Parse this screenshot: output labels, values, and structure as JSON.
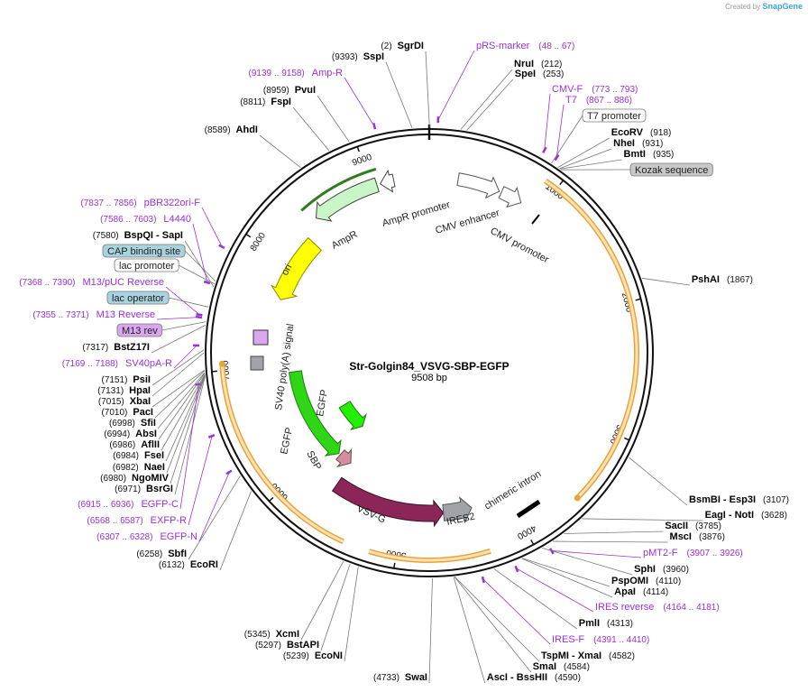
{
  "credit": {
    "prefix": "Created by",
    "brand": "SnapGene"
  },
  "plasmid": {
    "name": "Str-Golgin84_VSVG-SBP-EGFP",
    "size": "9508 bp"
  },
  "ticks": [
    "1000",
    "2000",
    "3000",
    "4000",
    "5000",
    "6000",
    "7000",
    "8000",
    "9000"
  ],
  "sites": [
    {
      "name": "SgrDI",
      "pos": "(2)"
    },
    {
      "name": "SspI",
      "pos": "(9393)"
    },
    {
      "name": "NruI",
      "pos": "(212)"
    },
    {
      "name": "SpeI",
      "pos": "(253)"
    },
    {
      "name": "PvuI",
      "pos": "(8959)"
    },
    {
      "name": "FspI",
      "pos": "(8811)"
    },
    {
      "name": "AhdI",
      "pos": "(8589)"
    },
    {
      "name": "EcoRV",
      "pos": "(918)"
    },
    {
      "name": "NheI",
      "pos": "(931)"
    },
    {
      "name": "BmtI",
      "pos": "(935)"
    },
    {
      "name": "PshAI",
      "pos": "(1867)"
    },
    {
      "name": "BspQI - SapI",
      "pos": "(7580)"
    },
    {
      "name": "BstZ17I",
      "pos": "(7317)"
    },
    {
      "name": "PsiI",
      "pos": "(7151)"
    },
    {
      "name": "HpaI",
      "pos": "(7131)"
    },
    {
      "name": "XbaI",
      "pos": "(7015)"
    },
    {
      "name": "PacI",
      "pos": "(7010)"
    },
    {
      "name": "SfiI",
      "pos": "(6998)"
    },
    {
      "name": "AbsI",
      "pos": "(6994)"
    },
    {
      "name": "AflII",
      "pos": "(6986)"
    },
    {
      "name": "FseI",
      "pos": "(6984)"
    },
    {
      "name": "NaeI",
      "pos": "(6982)"
    },
    {
      "name": "NgoMIV",
      "pos": "(6980)"
    },
    {
      "name": "BsrGI",
      "pos": "(6971)"
    },
    {
      "name": "SbfI",
      "pos": "(6258)"
    },
    {
      "name": "EcoRI",
      "pos": "(6132)"
    },
    {
      "name": "BsmBI - Esp3I",
      "pos": "(3107)"
    },
    {
      "name": "EagI - NotI",
      "pos": "(3628)"
    },
    {
      "name": "SacII",
      "pos": "(3785)"
    },
    {
      "name": "MscI",
      "pos": "(3876)"
    },
    {
      "name": "SphI",
      "pos": "(3960)"
    },
    {
      "name": "PspOMI",
      "pos": "(4110)"
    },
    {
      "name": "ApaI",
      "pos": "(4114)"
    },
    {
      "name": "PmlI",
      "pos": "(4313)"
    },
    {
      "name": "TspMI - XmaI",
      "pos": "(4582)"
    },
    {
      "name": "SmaI",
      "pos": "(4584)"
    },
    {
      "name": "AscI - BssHII",
      "pos": "(4590)"
    },
    {
      "name": "SwaI",
      "pos": "(4733)"
    },
    {
      "name": "XcmI",
      "pos": "(5345)"
    },
    {
      "name": "BstAPI",
      "pos": "(5297)"
    },
    {
      "name": "EcoNI",
      "pos": "(5239)"
    }
  ],
  "primers": [
    {
      "name": "pRS-marker",
      "pos": "(48 .. 67)"
    },
    {
      "name": "Amp-R",
      "pos": "(9139 .. 9158)"
    },
    {
      "name": "CMV-F",
      "pos": "(773 .. 793)"
    },
    {
      "name": "T7",
      "pos": "(867 .. 886)"
    },
    {
      "name": "pBR322ori-F",
      "pos": "(7837 .. 7856)"
    },
    {
      "name": "L4440",
      "pos": "(7586 .. 7603)"
    },
    {
      "name": "M13/pUC Reverse",
      "pos": "(7368 .. 7390)"
    },
    {
      "name": "M13 Reverse",
      "pos": "(7355 .. 7371)"
    },
    {
      "name": "SV40pA-R",
      "pos": "(7169 .. 7188)"
    },
    {
      "name": "EGFP-C",
      "pos": "(6915 .. 6936)"
    },
    {
      "name": "EXFP-R",
      "pos": "(6568 .. 6587)"
    },
    {
      "name": "EGFP-N",
      "pos": "(6307 .. 6328)"
    },
    {
      "name": "pMT2-F",
      "pos": "(3907 .. 3926)"
    },
    {
      "name": "IRES reverse",
      "pos": "(4164 .. 4181)"
    },
    {
      "name": "IRES-F",
      "pos": "(4391 .. 4410)"
    }
  ],
  "boxed_labels": [
    {
      "name": "T7 promoter",
      "color": "#ffffff"
    },
    {
      "name": "Kozak sequence",
      "color": "#c8c8c8"
    },
    {
      "name": "CAP binding site",
      "color": "#a9d3de"
    },
    {
      "name": "lac promoter",
      "color": "#ffffff"
    },
    {
      "name": "lac operator",
      "color": "#a9d3de"
    },
    {
      "name": "M13 rev",
      "color": "#d9a7ef"
    }
  ],
  "features": [
    {
      "name": "AmpR promoter"
    },
    {
      "name": "CMV enhancer"
    },
    {
      "name": "CMV promoter"
    },
    {
      "name": "AmpR"
    },
    {
      "name": "ori"
    },
    {
      "name": "SV40 poly(A) signal"
    },
    {
      "name": "EGFP"
    },
    {
      "name": "EGFP"
    },
    {
      "name": "SBP"
    },
    {
      "name": "VSV-G"
    },
    {
      "name": "IRES2"
    },
    {
      "name": "chimeric intron"
    }
  ]
}
